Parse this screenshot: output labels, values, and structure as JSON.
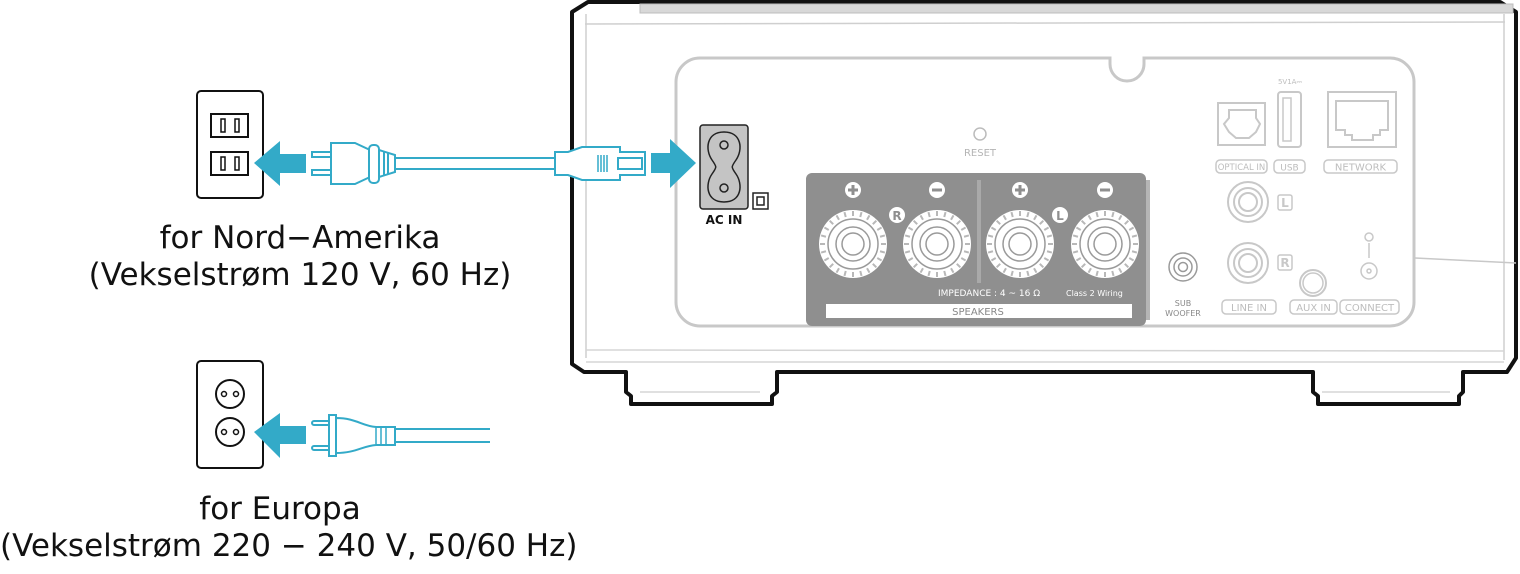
{
  "diagram": {
    "title": "Power cord connection",
    "colors": {
      "cord": "#33aac8",
      "arrow": "#33aac8",
      "outline": "#111111",
      "panel_line": "#c8c8c8",
      "speaker_panel": "#8f8f8f",
      "ac_inlet": "#c4c4c4"
    },
    "device": {
      "ac_inlet_label": "AC IN",
      "class2_symbol": "double-square-icon",
      "reset_label": "RESET",
      "speakers": {
        "plus": "+",
        "minus": "−",
        "right_badge": "R",
        "left_badge": "L",
        "impedance_label": "IMPEDANCE : 4 ~ 16 Ω",
        "wiring_label": "Class 2 Wiring",
        "section_label": "SPEAKERS"
      },
      "subwoofer_label_line1": "SUB",
      "subwoofer_label_line2": "WOOFER",
      "usb_rating": "5V1A⎓",
      "optical_label": "OPTICAL IN",
      "usb_label": "USB",
      "network_label": "NETWORK",
      "line_in_left_badge": "L",
      "line_in_right_badge": "R",
      "line_in_label": "LINE IN",
      "aux_in_label": "AUX IN",
      "connect_label": "CONNECT"
    },
    "regions": [
      {
        "name": "north-america",
        "title": "for Nord−Amerika",
        "spec": "(Vekselstrøm 120 V, 60 Hz)"
      },
      {
        "name": "europe",
        "title": "for Europa",
        "spec": "(Vekselstrøm 220 − 240 V, 50/60 Hz)"
      }
    ]
  }
}
